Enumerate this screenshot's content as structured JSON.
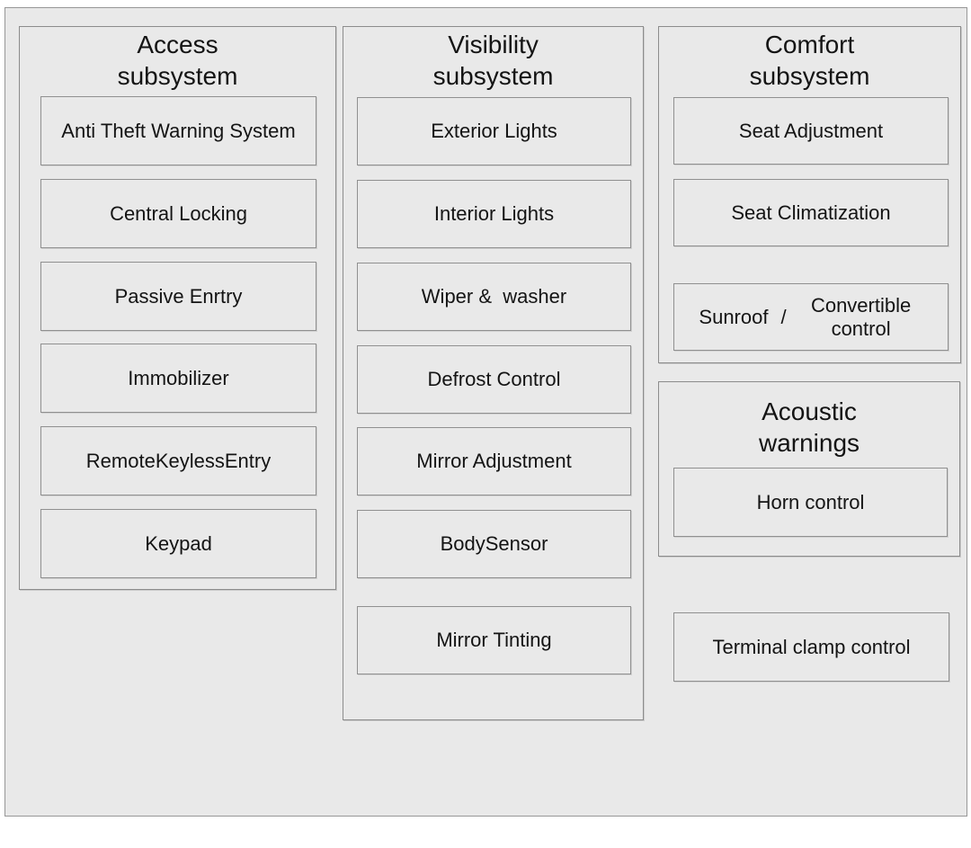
{
  "access": {
    "title": "Access\nsubsystem",
    "items": [
      "Anti Theft Warning System",
      "Central Locking",
      "Passive Enrtry",
      "Immobilizer",
      "RemoteKeylessEntry",
      "Keypad"
    ]
  },
  "visibility": {
    "title": "Visibility\nsubsystem",
    "items": [
      "Exterior Lights",
      "Interior Lights",
      "Wiper &  washer",
      "Defrost Control",
      "Mirror Adjustment",
      "BodySensor",
      "Mirror Tinting"
    ]
  },
  "comfort": {
    "title": "Comfort\nsubsystem",
    "items": [
      "Seat Adjustment",
      "Seat Climatization"
    ],
    "combo_item": {
      "left": "Sunroof",
      "separator": "/",
      "right": "Convertible control"
    }
  },
  "acoustic": {
    "title": "Acoustic\nwarnings",
    "items": [
      "Horn control"
    ]
  },
  "standalone": {
    "terminal_clamp_label": "Terminal clamp control"
  },
  "colors": {
    "canvas_fill": "#e9e9e9",
    "border": "#8c8c8c",
    "text": "#141414",
    "page_background": "#ffffff"
  }
}
